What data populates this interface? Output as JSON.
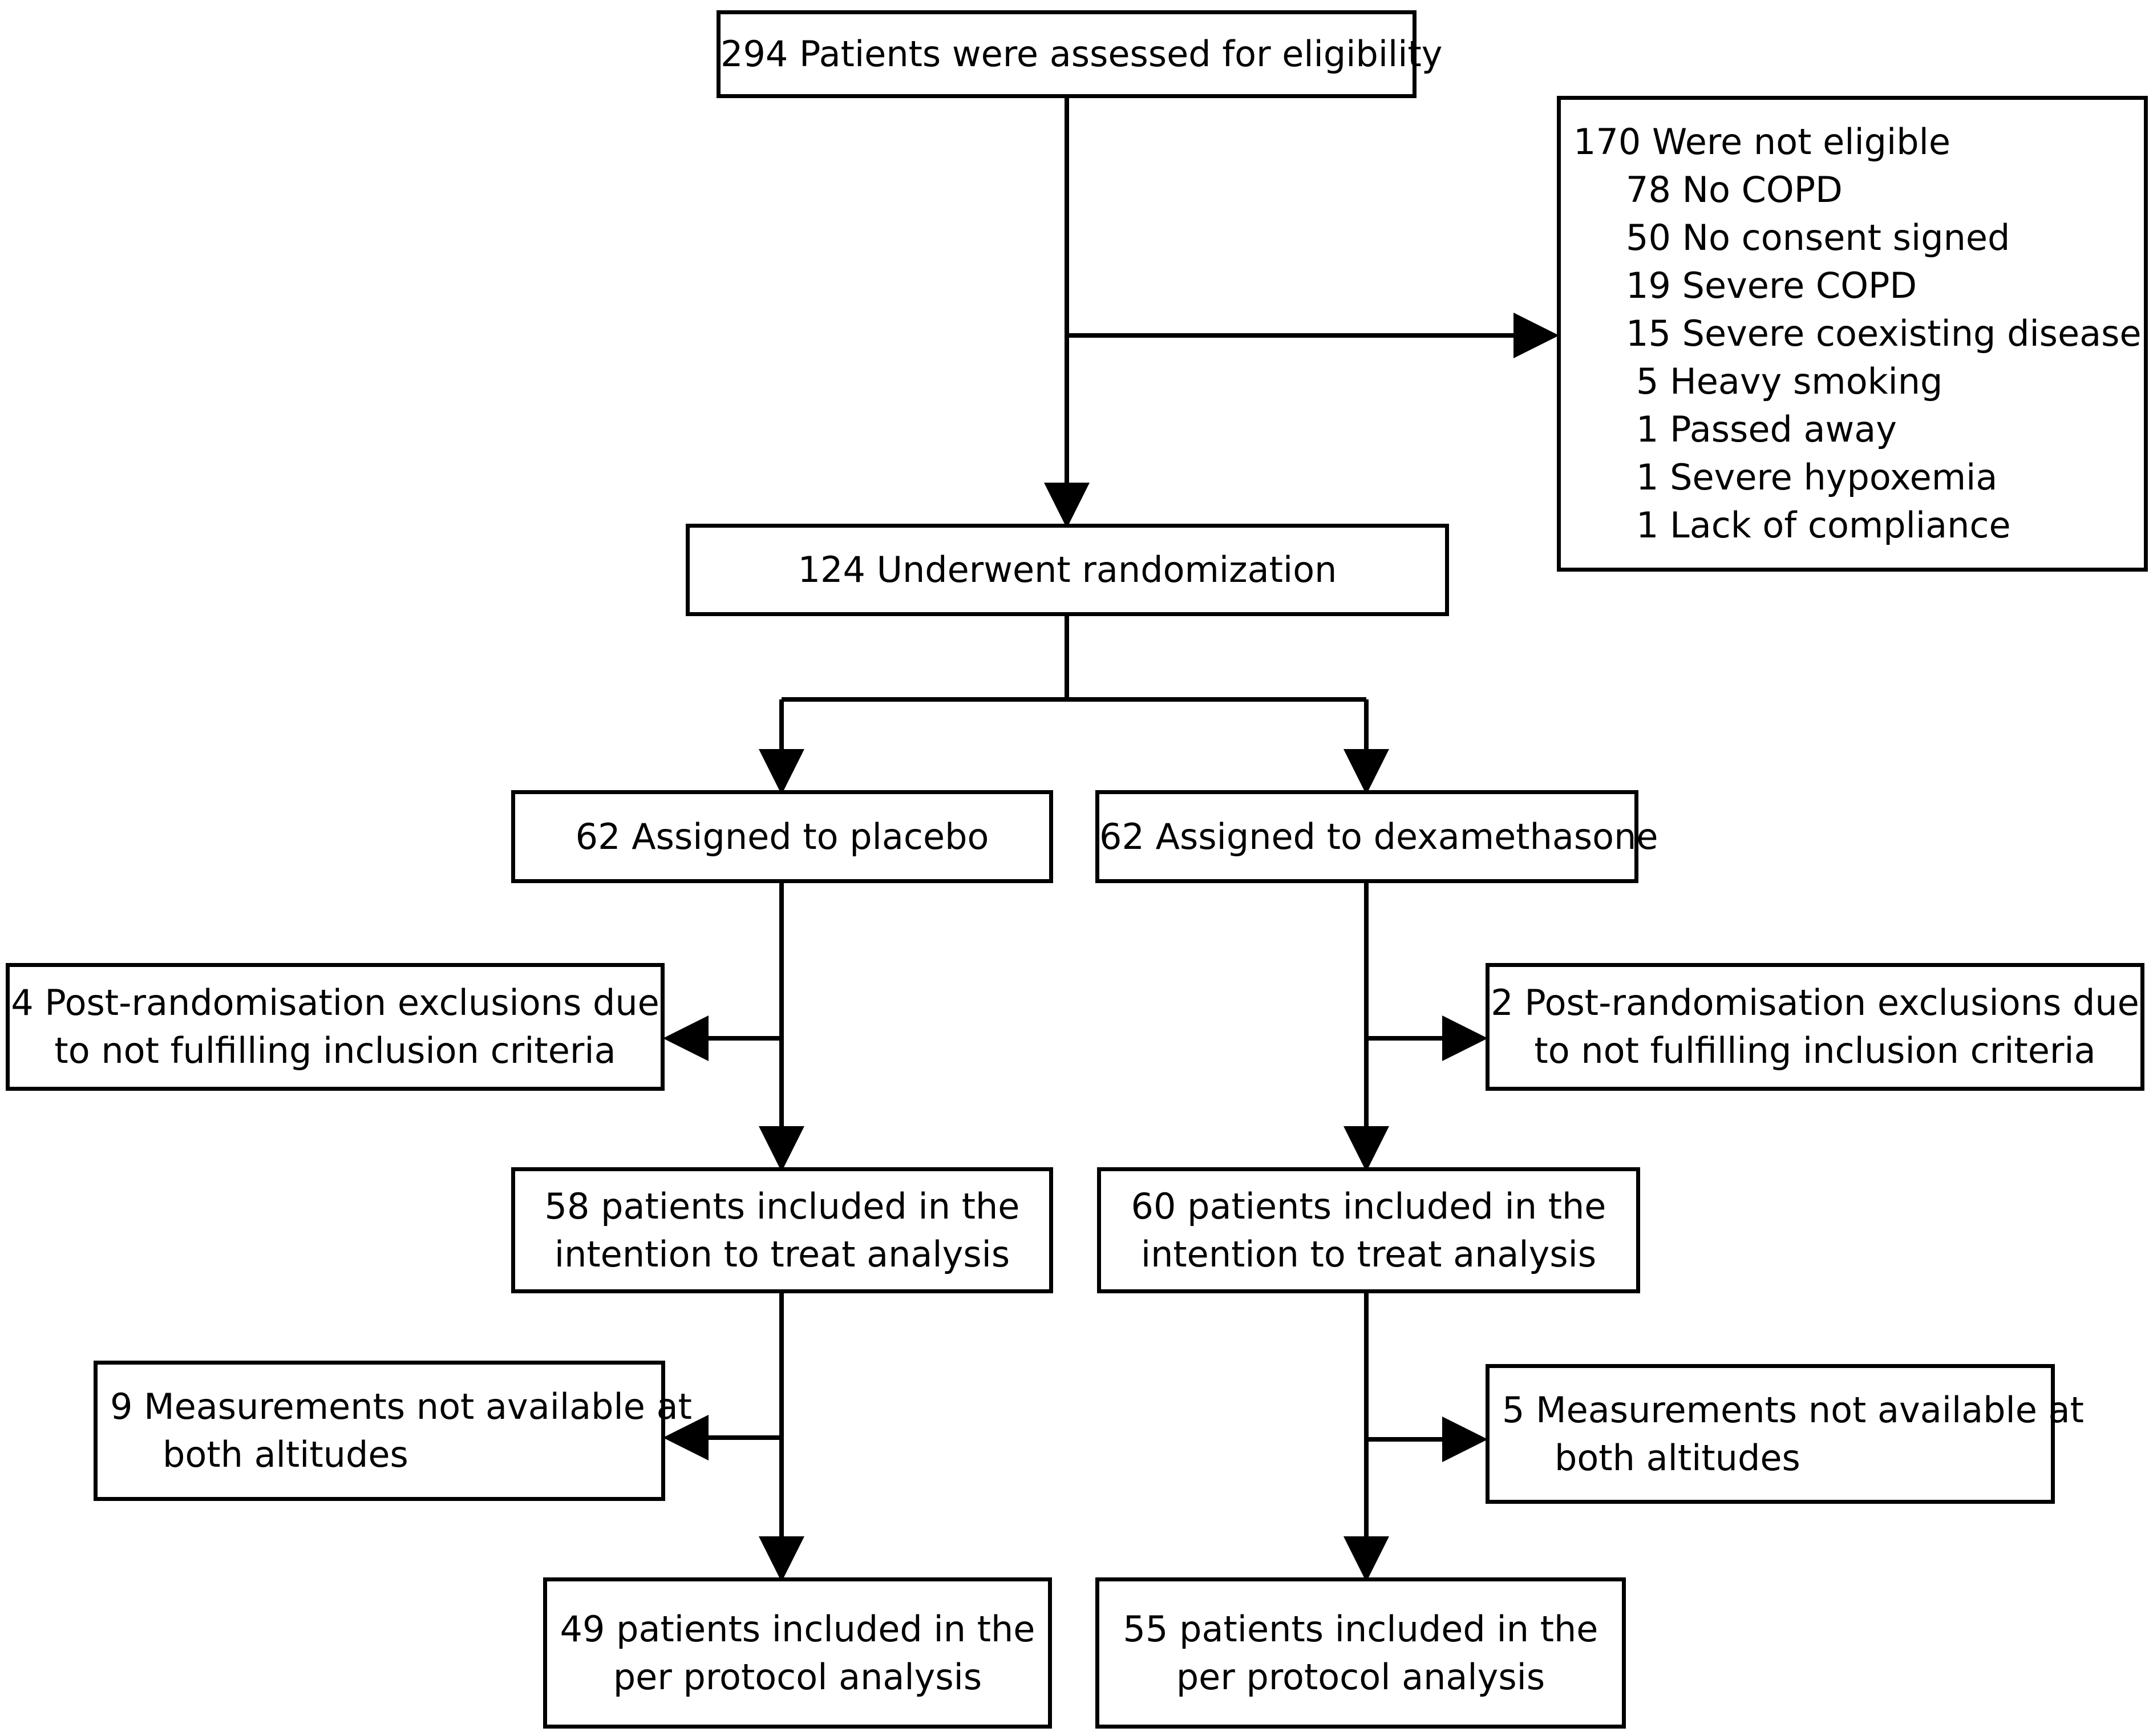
{
  "screening": {
    "text": "294 Patients were assessed for eligibility"
  },
  "not_eligible": {
    "title": "170 Were not eligible",
    "reasons": [
      "78 No COPD",
      "50 No consent signed",
      "19 Severe COPD",
      "15 Severe coexisting disease",
      "5 Heavy smoking",
      "1 Passed away",
      "1 Severe hypoxemia",
      "1 Lack of compliance"
    ]
  },
  "randomization": {
    "text": "124 Underwent randomization"
  },
  "placebo": {
    "assigned": "62 Assigned to placebo",
    "exclusion": [
      "4 Post-randomisation exclusions due",
      "to not fulfilling inclusion criteria"
    ],
    "itt": [
      "58 patients included in the",
      "intention to treat analysis"
    ],
    "missing": [
      "9 Measurements not available at",
      "both altitudes"
    ],
    "pp": [
      "49 patients included in the",
      "per protocol analysis"
    ]
  },
  "dexamethasone": {
    "assigned": "62 Assigned to dexamethasone",
    "exclusion": [
      "2 Post-randomisation exclusions  due",
      "to not fulfilling inclusion criteria"
    ],
    "itt": [
      "60 patients included in the",
      "intention to treat analysis"
    ],
    "missing": [
      "5 Measurements not available at",
      "both altitudes"
    ],
    "pp": [
      "55 patients included in the",
      "per protocol analysis"
    ]
  }
}
